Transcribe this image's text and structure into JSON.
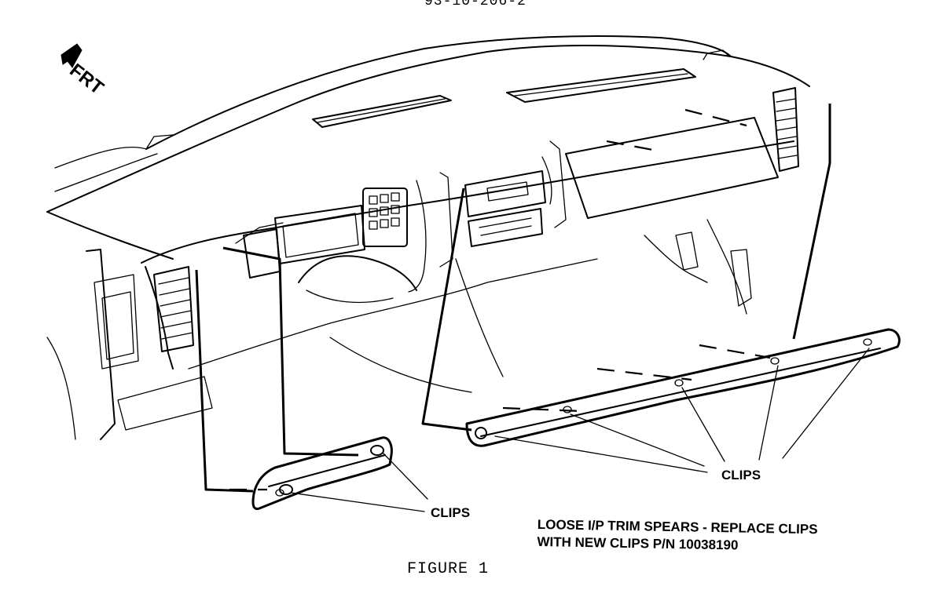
{
  "header": {
    "doc_number": "93-10-206-2"
  },
  "orientation": {
    "front_label": "FRT"
  },
  "callouts": {
    "clips_left": "CLIPS",
    "clips_right": "CLIPS"
  },
  "note": {
    "line1": "LOOSE I/P TRIM SPEARS - REPLACE CLIPS",
    "line2": "WITH  NEW CLIPS P/N 10038190"
  },
  "caption": {
    "figure": "FIGURE 1"
  }
}
